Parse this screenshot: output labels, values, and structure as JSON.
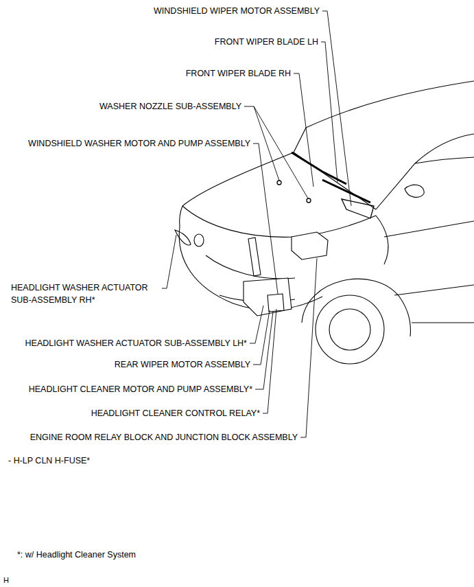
{
  "diagram": {
    "labels": [
      "WINDSHIELD WIPER MOTOR ASSEMBLY",
      "FRONT WIPER BLADE LH",
      "FRONT WIPER BLADE RH",
      "WASHER NOZZLE SUB-ASSEMBLY",
      "WINDSHIELD WASHER MOTOR AND PUMP ASSEMBLY",
      "HEADLIGHT WASHER ACTUATOR SUB-ASSEMBLY RH*",
      "HEADLIGHT WASHER ACTUATOR SUB-ASSEMBLY LH*",
      "REAR WIPER MOTOR ASSEMBLY",
      "HEADLIGHT CLEANER MOTOR AND PUMP ASSEMBLY*",
      "HEADLIGHT CLEANER CONTROL RELAY*",
      "ENGINE ROOM RELAY BLOCK AND JUNCTION BLOCK ASSEMBLY",
      "- H-LP CLN H-FUSE*",
      "*: w/ Headlight Cleaner System",
      "H"
    ]
  }
}
